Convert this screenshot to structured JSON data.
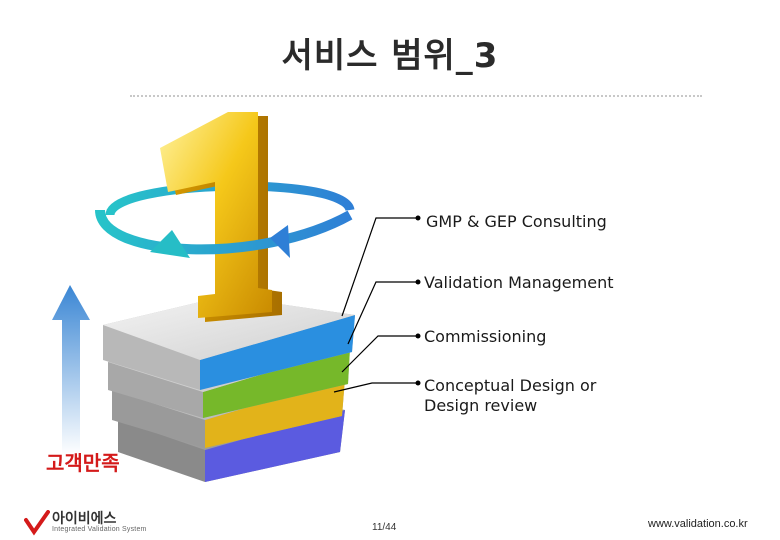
{
  "slide": {
    "title": "서비스 범위_3",
    "page_number": "11/44",
    "website": "www.validation.co.kr"
  },
  "logo": {
    "name": "아이비에스",
    "tagline": "Integrated Validation System"
  },
  "diagram": {
    "big_number": "1",
    "satisfaction_label": "고객만족",
    "layers": [
      {
        "label": "GMP & GEP Consulting",
        "color": "#2a8fe0"
      },
      {
        "label": "Validation Management",
        "color": "#78b82a"
      },
      {
        "label": "Commissioning",
        "color": "#e0b21a"
      },
      {
        "label_line1": "Conceptual Design or",
        "label_line2": "Design review",
        "color": "#5a5ad8"
      }
    ]
  }
}
